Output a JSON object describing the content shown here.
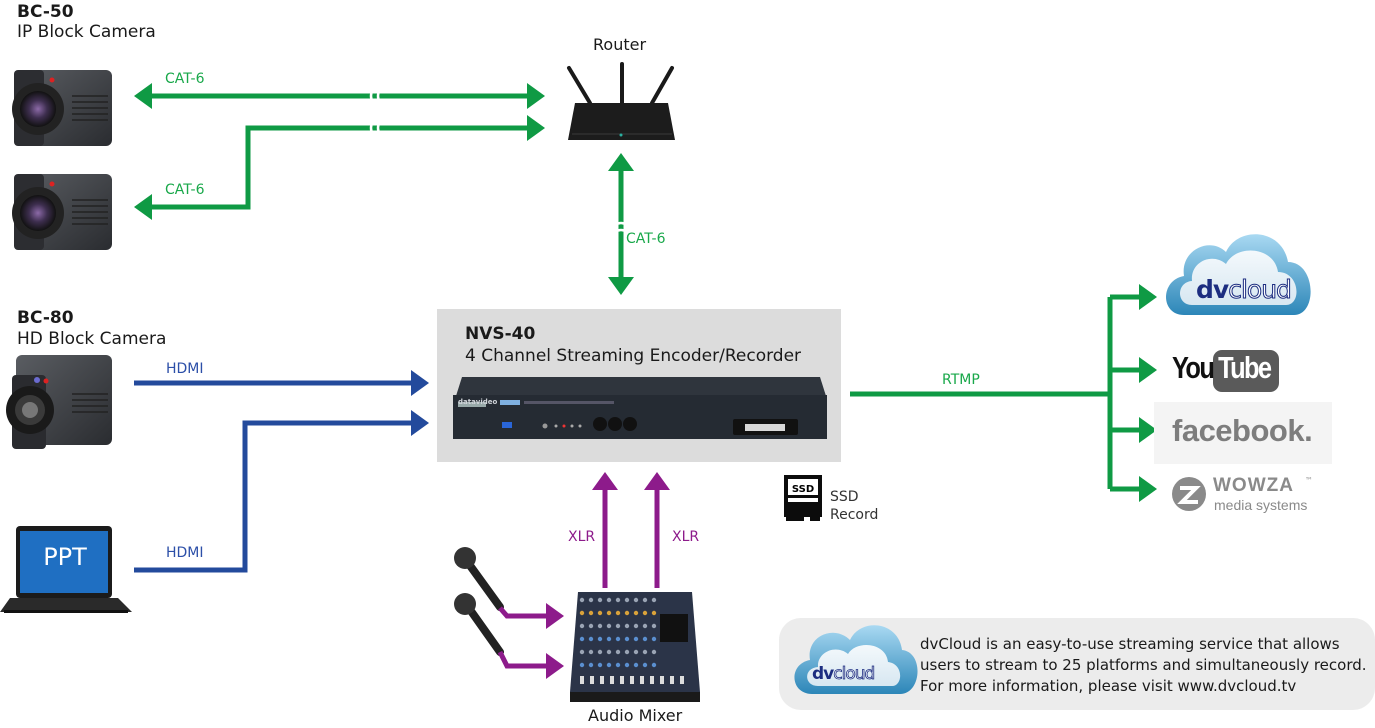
{
  "colors": {
    "ethernet": "#0f9a44",
    "hdmi": "#234a9c",
    "xlr": "#8d1b8b",
    "rtmp": "#0f9a44",
    "encoder_panel": "#dcdcdc",
    "info_panel": "#ececec"
  },
  "devices": {
    "bc50": {
      "model": "BC-50",
      "description": "IP Block Camera"
    },
    "bc80": {
      "model": "BC-80",
      "description": "HD Block Camera"
    },
    "router": {
      "label": "Router"
    },
    "laptop": {
      "screen_text": "PPT"
    },
    "encoder": {
      "model": "NVS-40",
      "description": "4 Channel Streaming Encoder/Recorder",
      "brand": "datavideo"
    },
    "ssd": {
      "icon_text": "SSD",
      "label_line1": "SSD",
      "label_line2": "Record"
    },
    "mixer": {
      "label": "Audio Mixer"
    }
  },
  "connections": {
    "cam1_router": "CAT-6",
    "cam2_router": "CAT-6",
    "router_encoder": "CAT-6",
    "bc80_encoder": "HDMI",
    "laptop_encoder": "HDMI",
    "mixer_encoder_left": "XLR",
    "mixer_encoder_right": "XLR",
    "encoder_platforms": "RTMP"
  },
  "platforms": [
    {
      "name": "dvcloud",
      "part1": "dv",
      "part2": "cloud"
    },
    {
      "name": "YouTube",
      "part1": "You",
      "part2": "Tube"
    },
    {
      "name": "facebook",
      "text": "facebook."
    },
    {
      "name": "WOWZA",
      "line1": "WOWZA",
      "line2": "media systems",
      "tm": "™"
    }
  ],
  "info": {
    "logo_part1": "dv",
    "logo_part2": "cloud",
    "line1": "dvCloud is an easy-to-use streaming service that allows",
    "line2": "users to stream to 25 platforms and simultaneously record.",
    "line3": "For more information, please visit www.dvcloud.tv"
  }
}
